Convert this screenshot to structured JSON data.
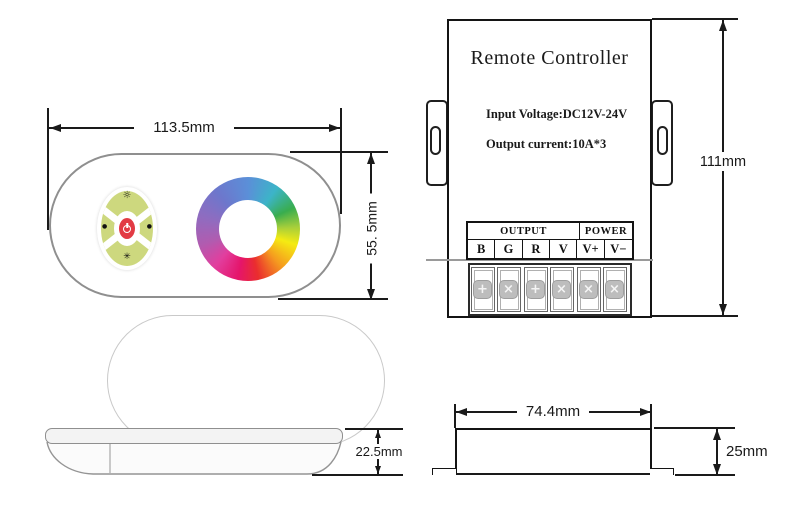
{
  "drawing": {
    "dims": {
      "remote_width": "113.5mm",
      "remote_height": "55. 5mm",
      "controller_height": "111mm",
      "remote_thickness": "22.5mm",
      "controller_base_width": "74.4mm",
      "controller_side_height": "25mm"
    },
    "controller": {
      "title": "Remote Controller",
      "spec_input": "Input Voltage:DC12V-24V",
      "spec_output": "Output current:10A*3",
      "terminal": {
        "group_output": "OUTPUT",
        "group_power": "POWER",
        "pins": [
          "B",
          "G",
          "R",
          "V",
          "V+",
          "V−"
        ],
        "screws": [
          "+",
          "×",
          "+",
          "×",
          "×",
          "×"
        ]
      }
    },
    "remote": {
      "icons": {
        "top": "☼",
        "bottom": "✳",
        "left": "●",
        "right": "●"
      }
    },
    "colors": {
      "dpad_green": "#cdd87e",
      "power_button_red": "#e23b44",
      "screw_gray": "#bdbdbd",
      "outline_gray": "#8f8f8f",
      "line_black": "#1a1a1a"
    }
  }
}
